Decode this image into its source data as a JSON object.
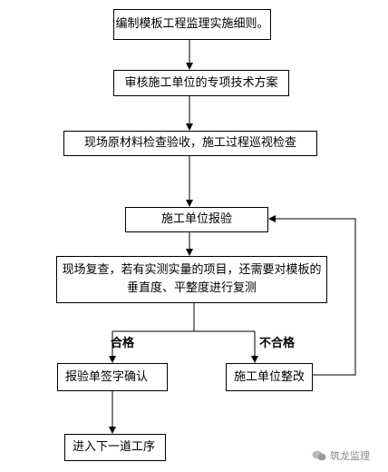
{
  "steps": {
    "s1": "编制模板工程监理实施细则。",
    "s2": "审核施工单位的专项技术方案",
    "s3": "现场原材料检查验收，施工过程巡视检查",
    "s4": "施工单位报验",
    "s5_line1": "现场复查，若有实测实量的项目，还需要对模板的",
    "s5_line2": "垂直度、平整度进行复测",
    "s6": "报验单签字确认",
    "s7": "施工单位整改",
    "s8": "进入下一道工序"
  },
  "labels": {
    "pass": "合格",
    "fail": "不合格"
  },
  "watermark": {
    "text": "筑龙监理",
    "icon": "wechat-icon"
  }
}
